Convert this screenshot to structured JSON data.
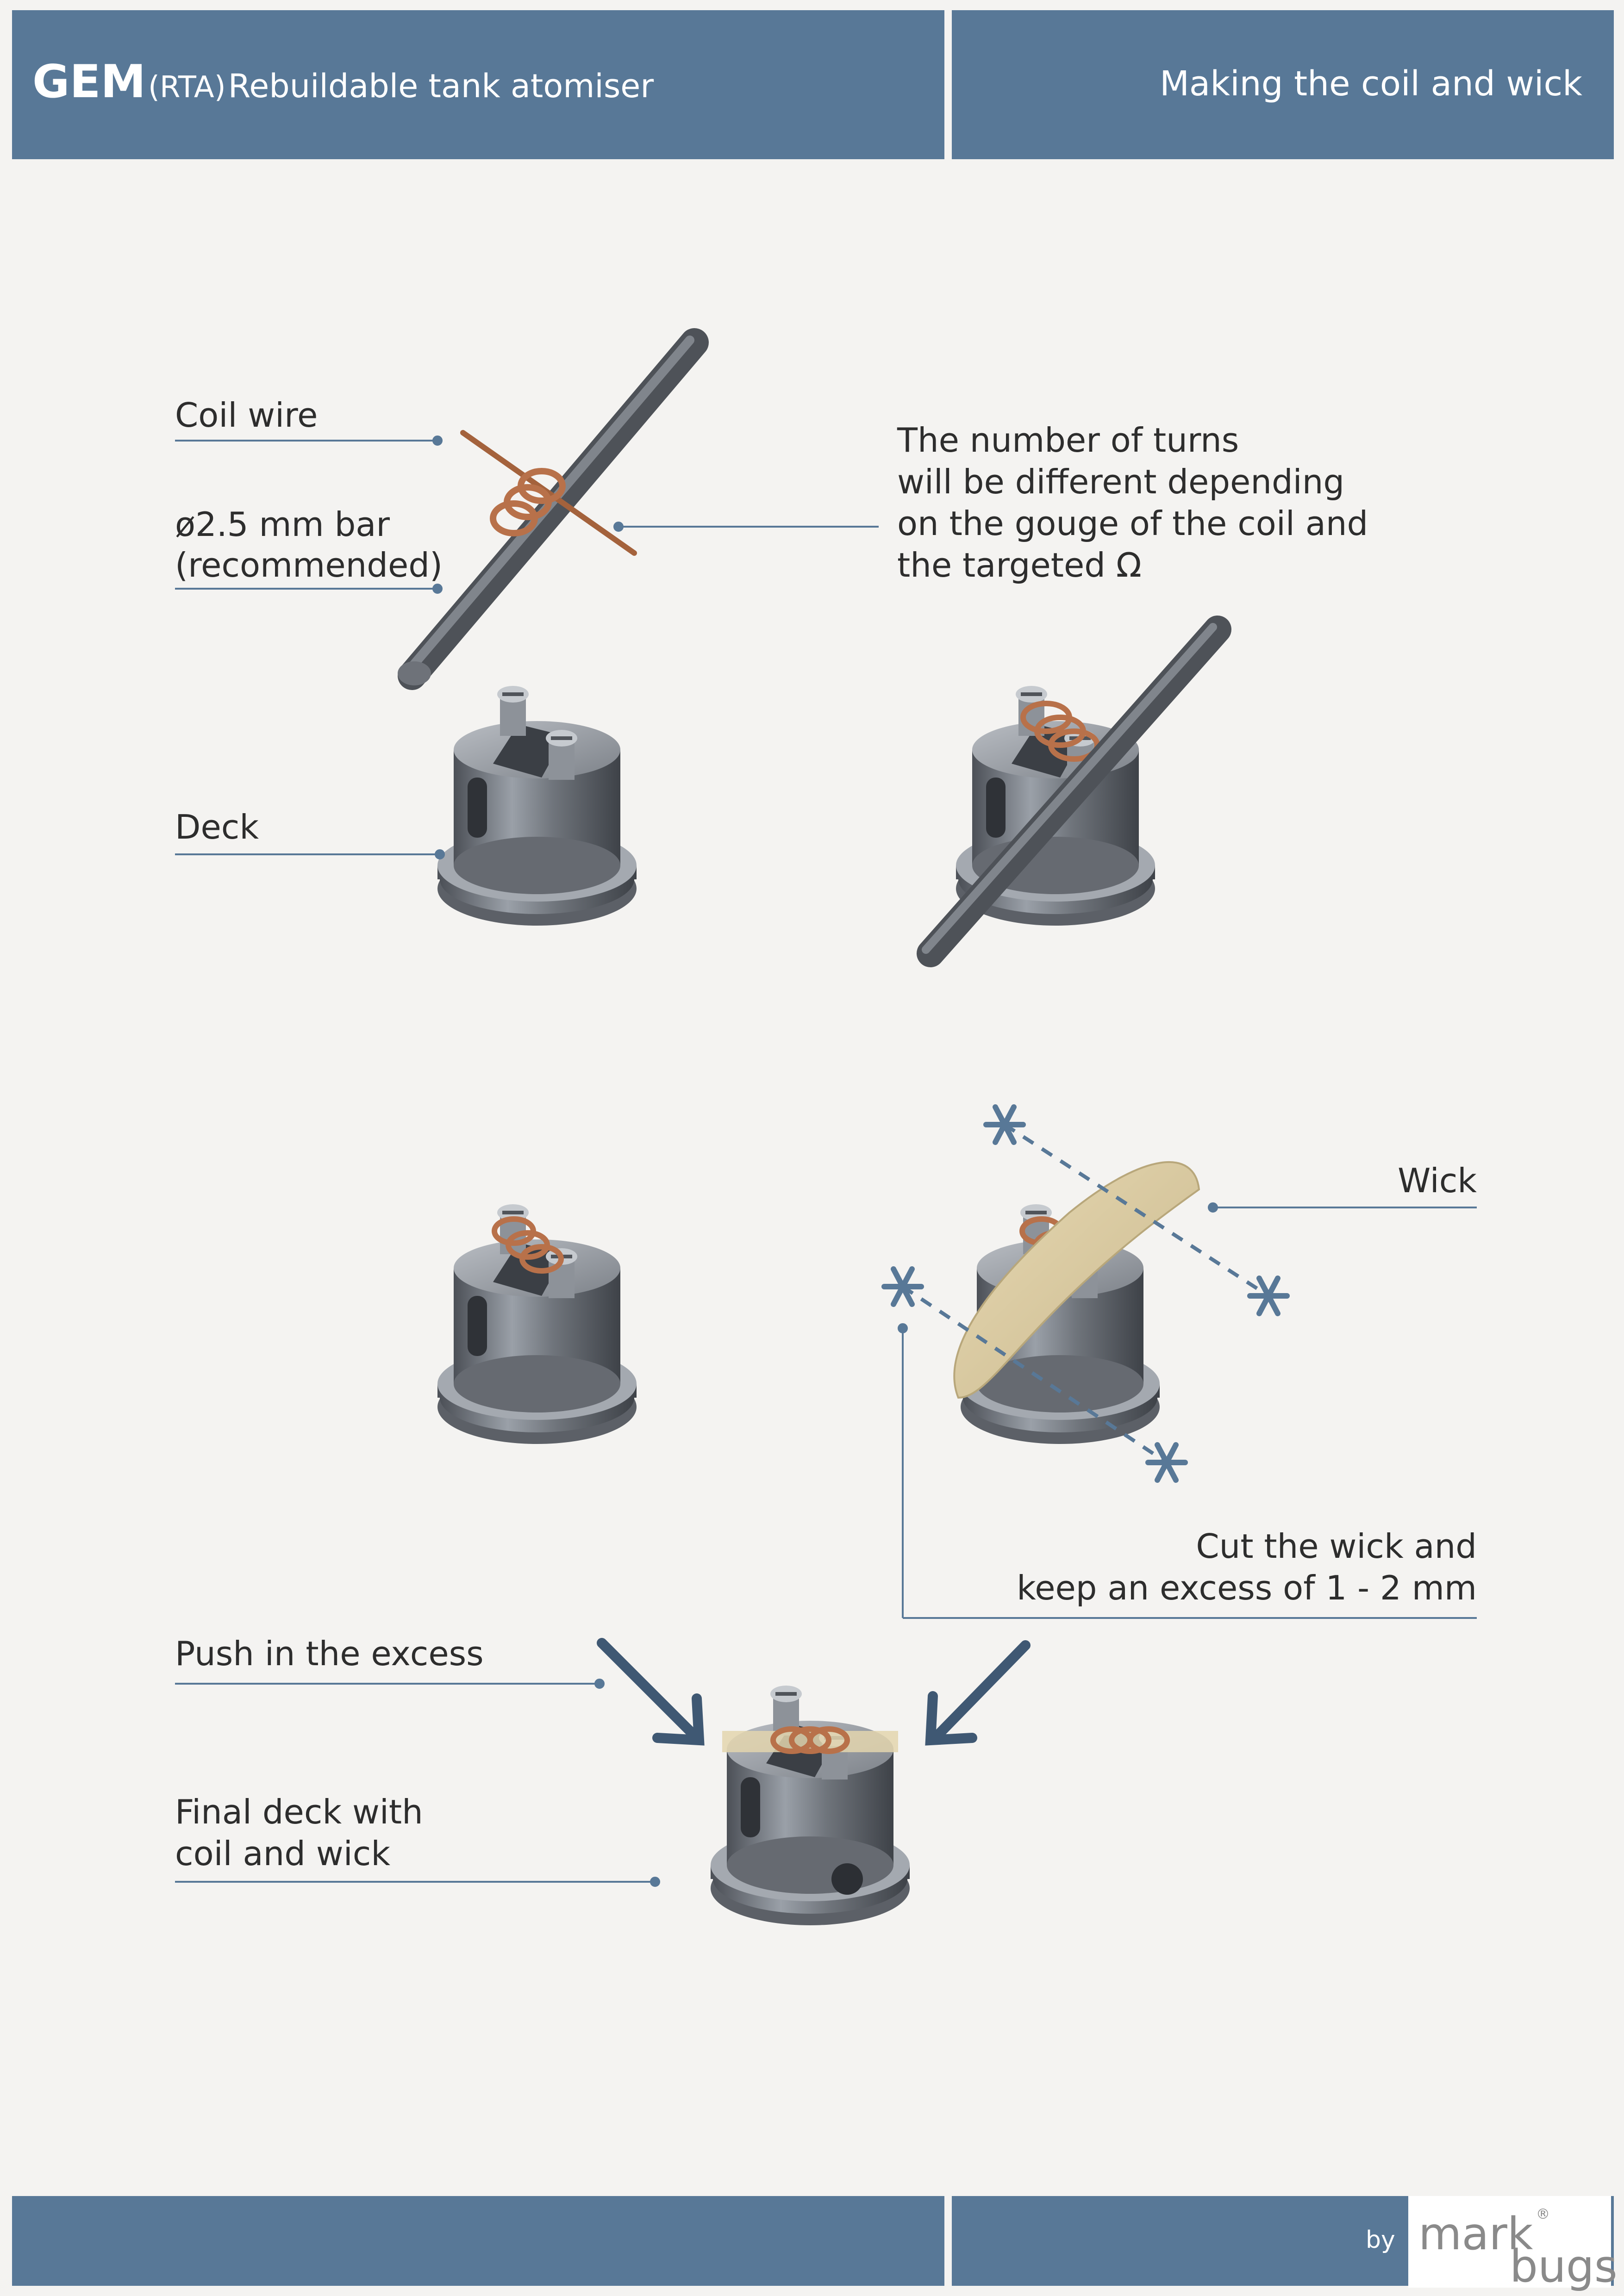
{
  "header": {
    "title_main": "GEM",
    "title_paren": "(RTA)",
    "title_rest": "Rebuildable tank atomiser",
    "section": "Making the coil and wick"
  },
  "labels": {
    "coil_wire": "Coil wire",
    "bar_line1": "ø2.5 mm bar",
    "bar_line2": "(recommended)",
    "turns_line1": "The number of turns",
    "turns_line2": "will be different depending",
    "turns_line3": "on the gouge of the coil and",
    "turns_line4": "the targeted Ω",
    "deck": "Deck",
    "wick": "Wick",
    "cut_line1": "Cut the wick and",
    "cut_line2": "keep an excess of 1 - 2 mm",
    "push": "Push in the excess",
    "final_line1": "Final deck with",
    "final_line2": "coil and wick"
  },
  "footer": {
    "by": "by",
    "logo_part1": "mark",
    "logo_part2": "bugs",
    "logo_mark": "®"
  },
  "colors": {
    "band": "#587897",
    "background": "#f4f3f1",
    "leader_line": "#587897",
    "copper": "#b8714a",
    "metal": "#7b7f86"
  }
}
